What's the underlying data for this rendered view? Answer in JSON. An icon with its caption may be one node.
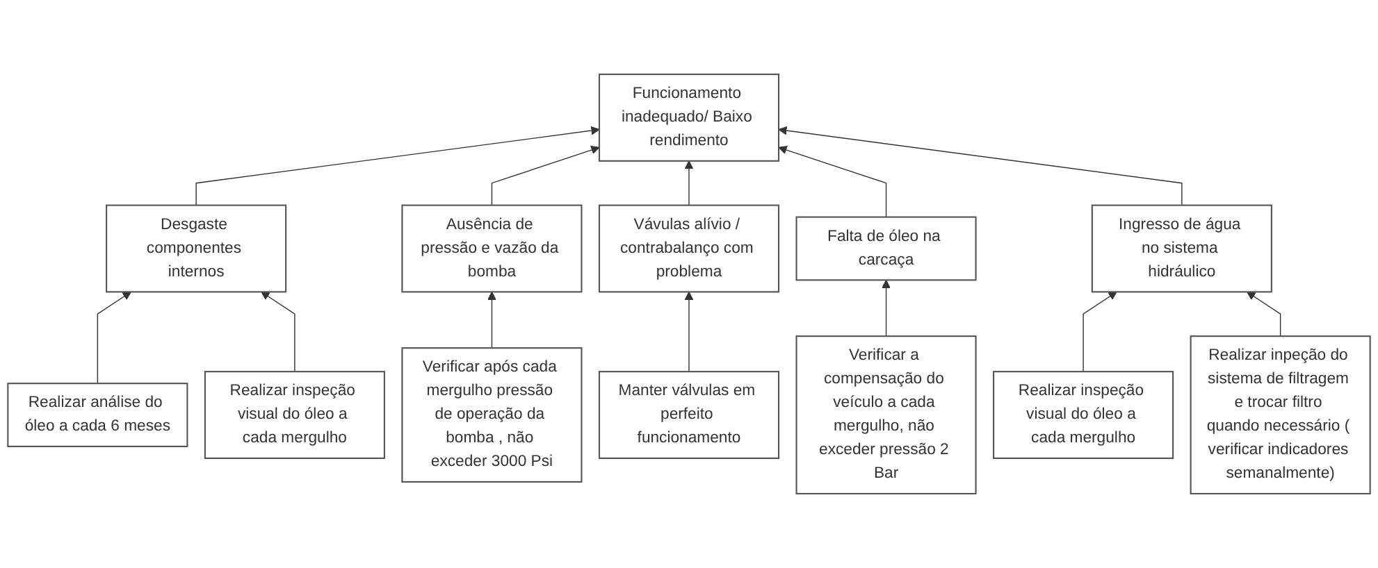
{
  "diagram": {
    "nodes": [
      {
        "text": [
          "Funcionamento inadequado/ Baixo rendimento"
        ]
      },
      {
        "text": [
          "Desgaste componentes internos"
        ]
      },
      {
        "text": [
          "Ausência de pressão e vazão da bomba"
        ]
      },
      {
        "text": [
          "Vávulas alívio / contrabalanço com problema"
        ]
      },
      {
        "text": [
          "Falta de óleo na carcaça"
        ]
      },
      {
        "text": [
          "Ingresso de água no sistema hidráulico"
        ]
      },
      {
        "text": [
          "Realizar análise do óleo a cada 6 meses"
        ]
      },
      {
        "text": [
          "Realizar inspeção visual do óleo a cada mergulho"
        ]
      },
      {
        "text": [
          "Verificar após cada mergulho pressão de operação da bomba , não exceder 3000 Psi"
        ]
      },
      {
        "text": [
          "Manter válvulas em perfeito funcionamento"
        ]
      },
      {
        "text": [
          "Verificar a compensação do veículo a cada mergulho, não exceder pressão 2 Bar"
        ]
      },
      {
        "text": [
          "Realizar inspeção visual do óleo a cada mergulho"
        ]
      },
      {
        "text": [
          "Realizar inpeção do sistema de filtragem e trocar filtro quando necessário ( verificar indicadores semanalmente)"
        ]
      }
    ],
    "edges": [
      {
        "from": 1,
        "to": 0,
        "arrow": "to"
      },
      {
        "from": 2,
        "to": 0,
        "arrow": "to"
      },
      {
        "from": 3,
        "to": 0,
        "arrow": "to"
      },
      {
        "from": 4,
        "to": 0,
        "arrow": "to"
      },
      {
        "from": 5,
        "to": 0,
        "arrow": "to"
      },
      {
        "from": 6,
        "to": 1,
        "arrow": "to"
      },
      {
        "from": 7,
        "to": 1,
        "arrow": "to"
      },
      {
        "from": 8,
        "to": 2,
        "arrow": "to"
      },
      {
        "from": 9,
        "to": 3,
        "arrow": "to"
      },
      {
        "from": 10,
        "to": 4,
        "arrow": "to"
      },
      {
        "from": 11,
        "to": 5,
        "arrow": "to"
      },
      {
        "from": 12,
        "to": 5,
        "arrow": "to"
      }
    ]
  }
}
